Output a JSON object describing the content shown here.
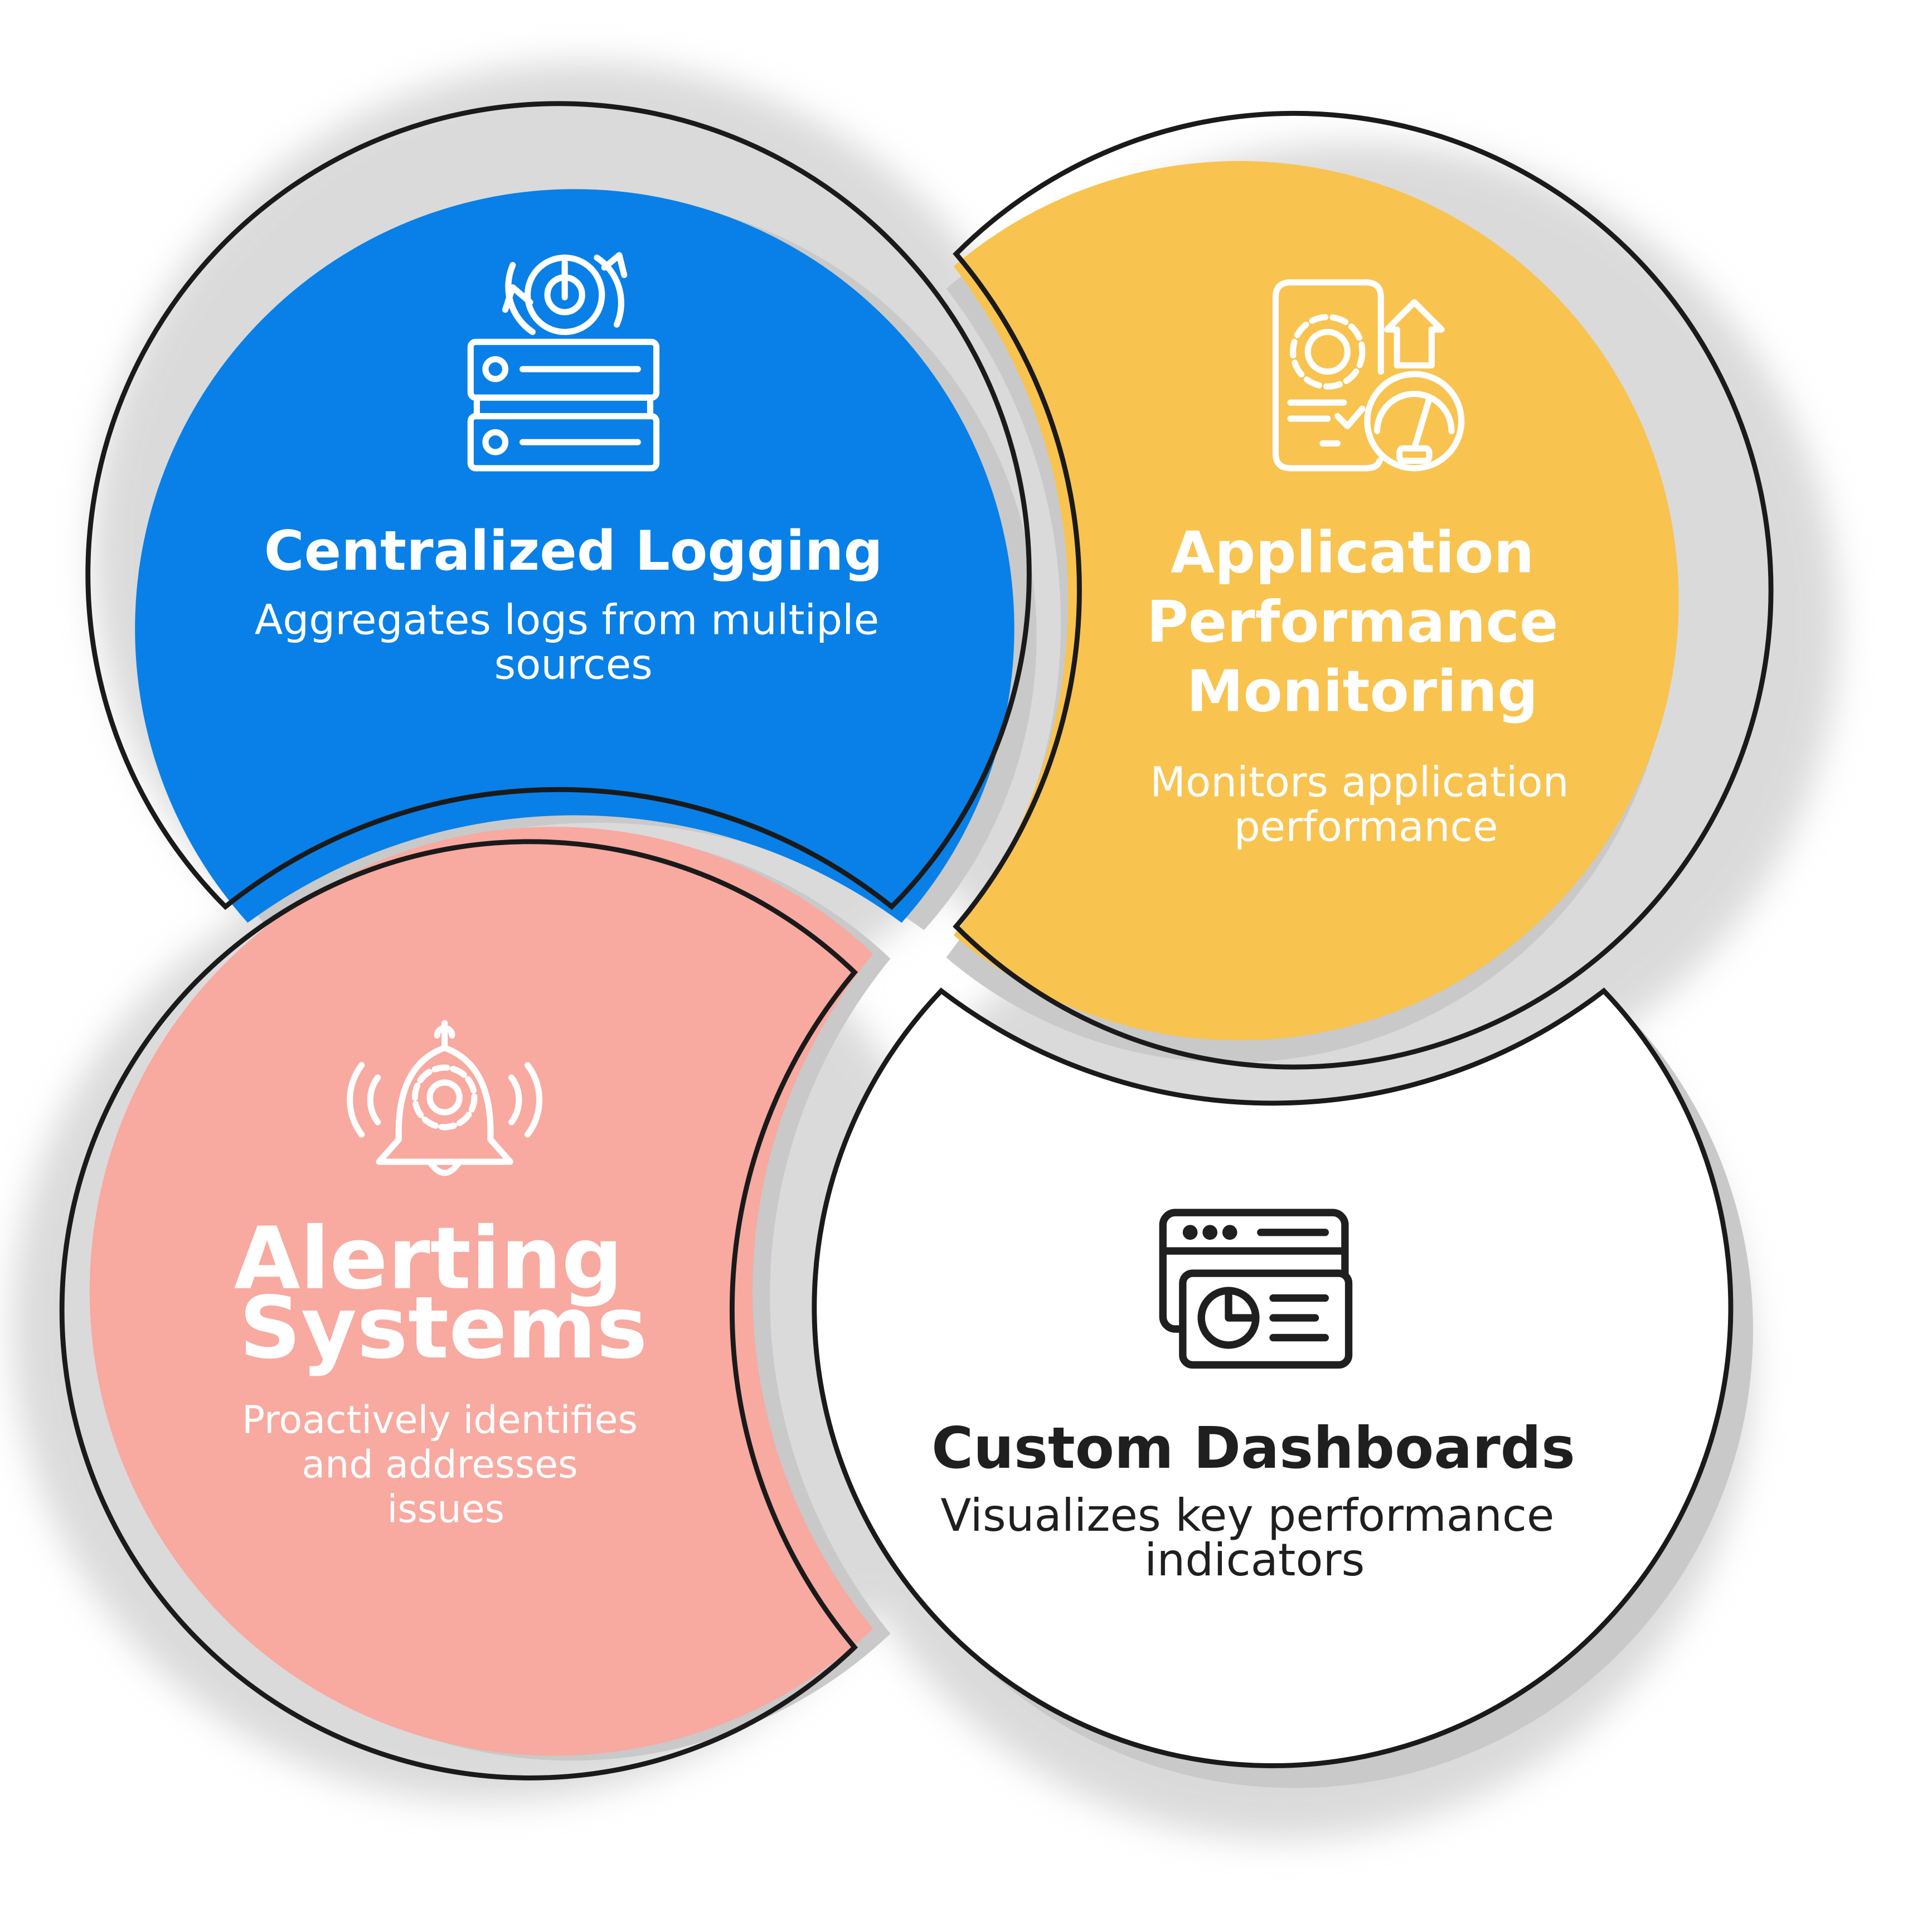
{
  "colors": {
    "logging": "#0880e8",
    "apm": "#f8c34f",
    "alerting": "#f8a9a0",
    "dashboards": "#ffffff",
    "outline": "#1a1a1a",
    "shadow": "#c9c9c9",
    "light_text": "#ffffff",
    "dark_text": "#1f1f1f"
  },
  "cards": {
    "logging": {
      "icon": "server-power-icon",
      "title": [
        "Centralized Logging"
      ],
      "desc": [
        "Aggregates logs from multiple",
        "sources"
      ]
    },
    "apm": {
      "icon": "mobile-gear-gauge-icon",
      "title": [
        "Application",
        "Performance",
        "Monitoring"
      ],
      "desc": [
        "Monitors application",
        "performance"
      ]
    },
    "alerting": {
      "icon": "bell-gear-icon",
      "title": [
        "Alerting",
        "Systems"
      ],
      "desc": [
        "Proactively identifies",
        "and addresses",
        "issues"
      ]
    },
    "dashboards": {
      "icon": "dashboard-window-icon",
      "title": [
        "Custom Dashboards"
      ],
      "desc": [
        "Visualizes key performance",
        "indicators"
      ]
    }
  }
}
